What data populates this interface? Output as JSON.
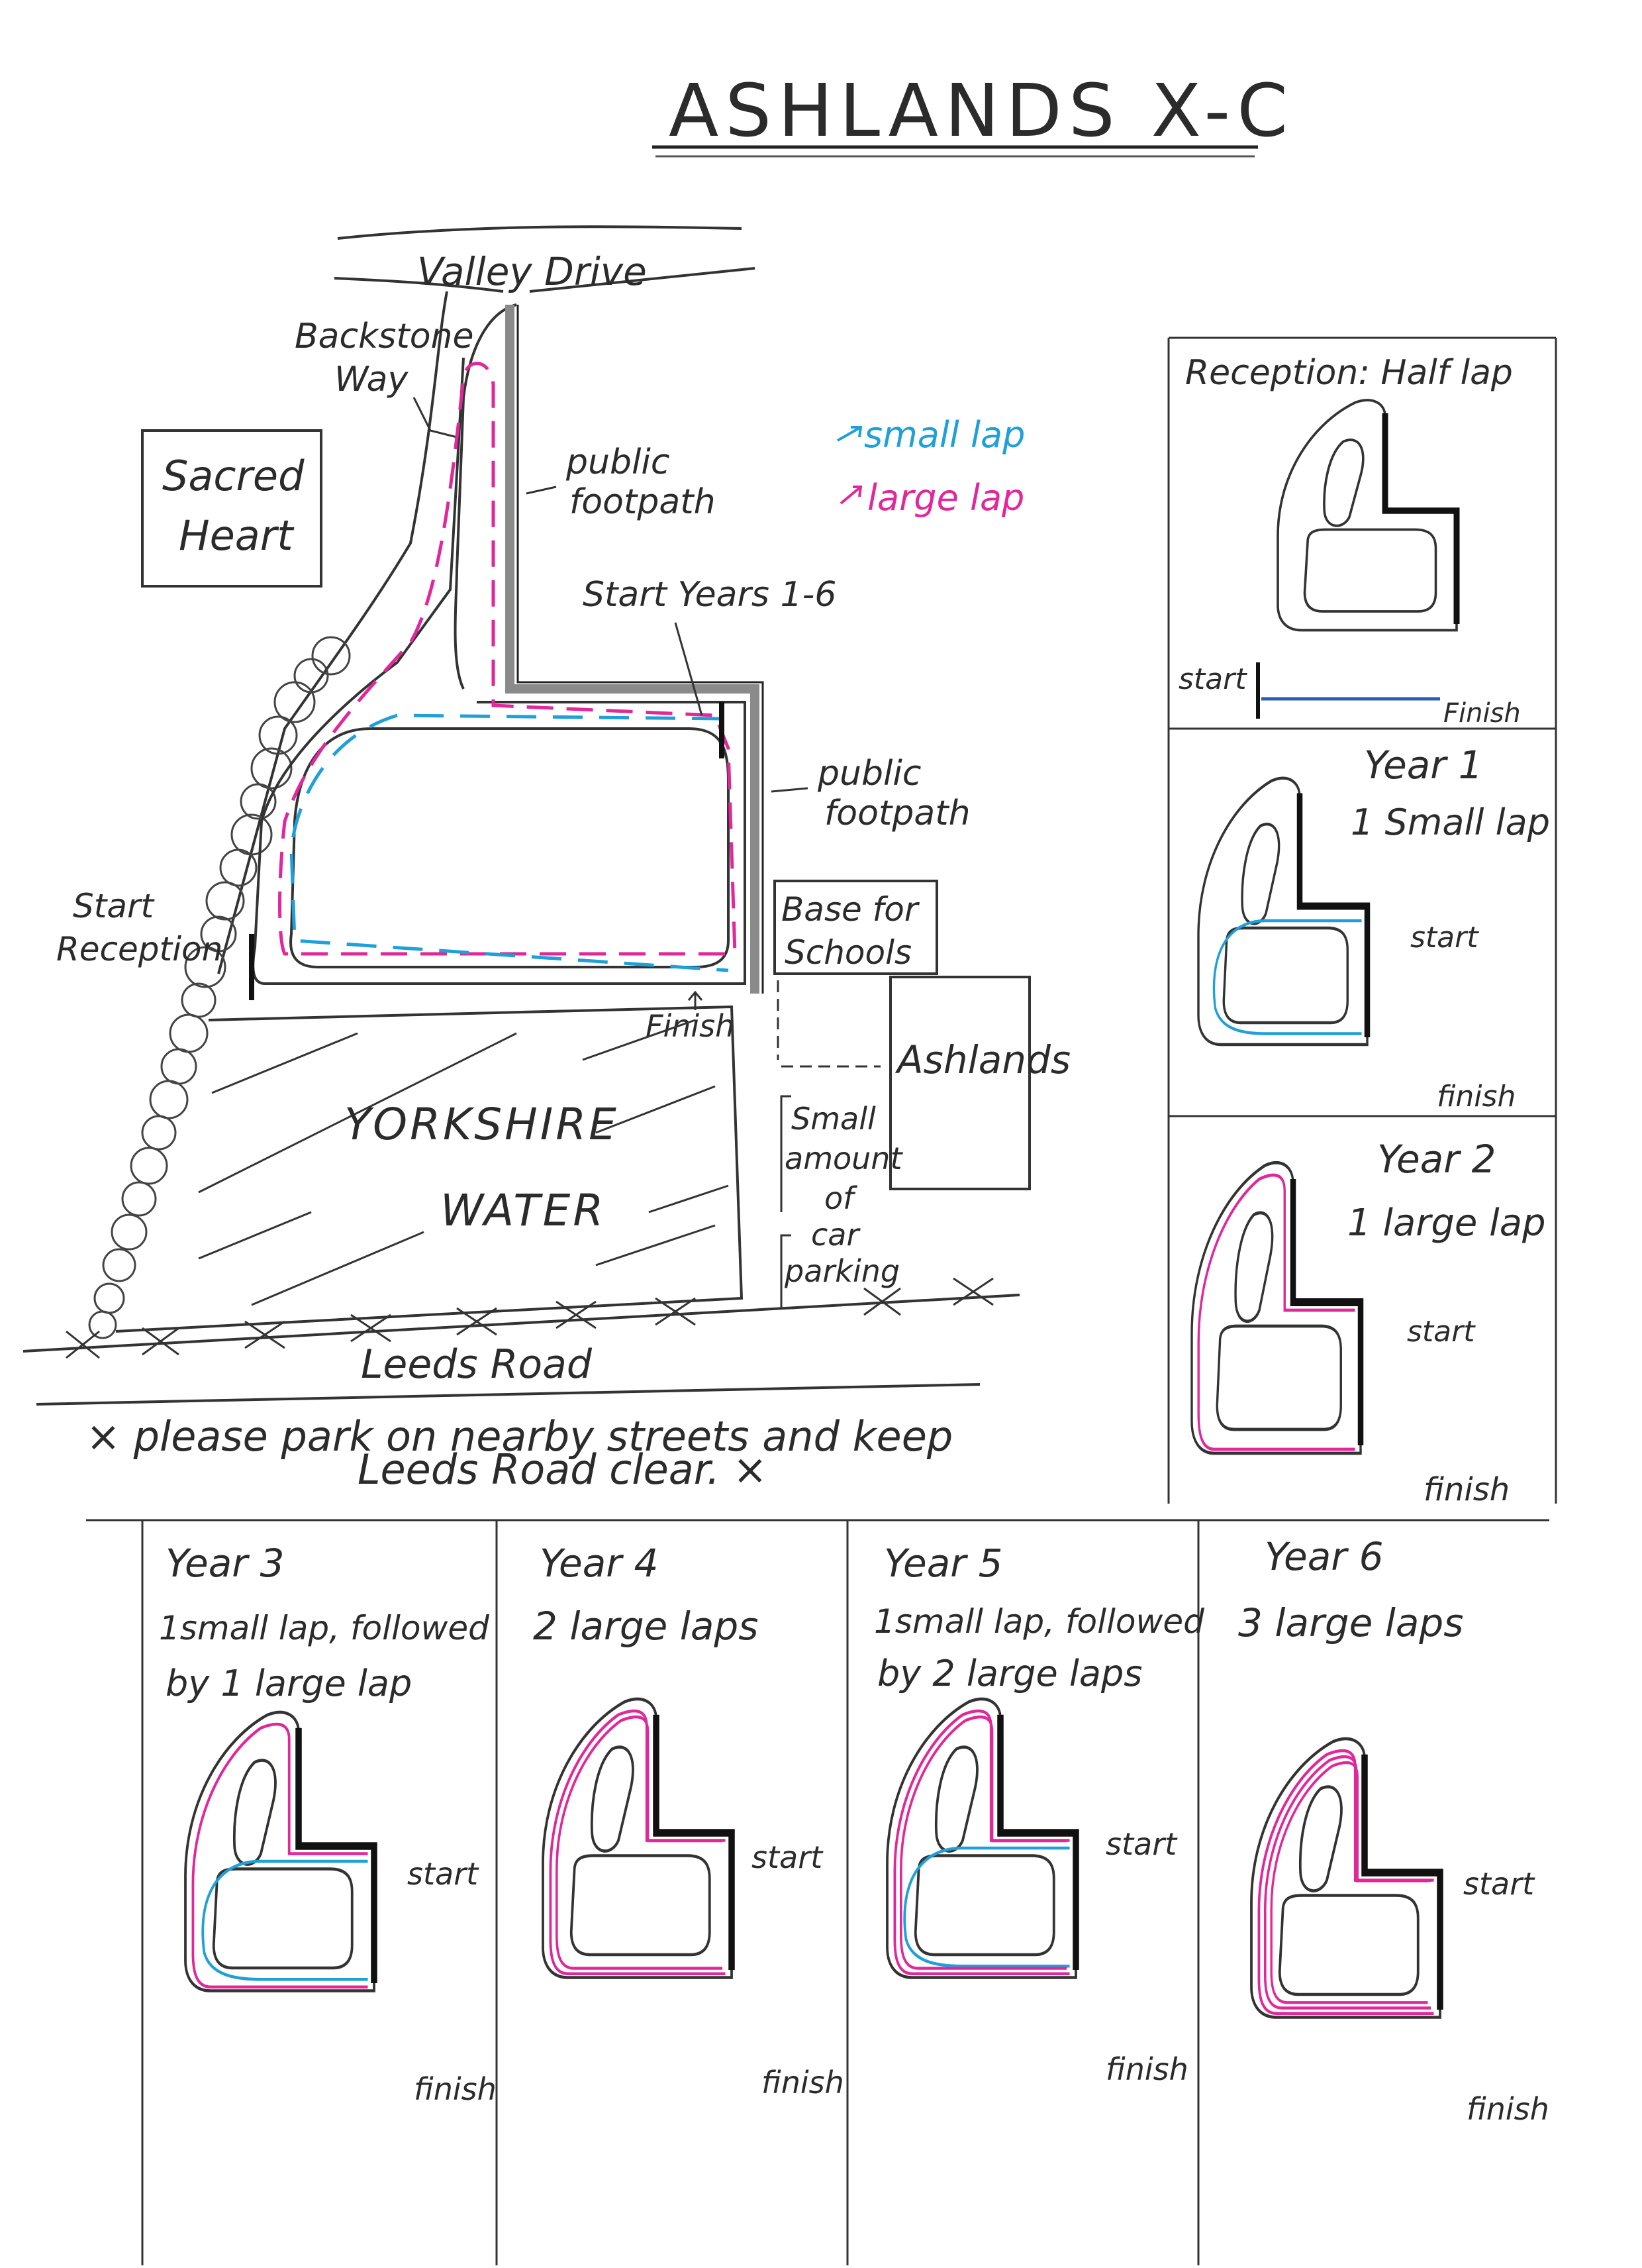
{
  "title": "ASHLANDS X-C",
  "colors": {
    "ink": "#2b2b2b",
    "small_lap": "#1fa0d8",
    "large_lap": "#e0289a",
    "reception_lap": "#2a5bb8",
    "fence": "#8a8a8a"
  },
  "main_map": {
    "roads": {
      "valley_drive": "Valley Drive",
      "leeds_road": "Leeds Road",
      "backstone_way": [
        "Backstone",
        "Way"
      ]
    },
    "public_footpath": [
      "public",
      "footpath"
    ],
    "sacred_heart": [
      "Sacred",
      "Heart"
    ],
    "start_years": "Start Years 1-6",
    "start_reception": [
      "Start",
      "Reception"
    ],
    "finish": "Finish",
    "base_for_schools": [
      "Base for",
      "Schools"
    ],
    "ashlands": "Ashlands",
    "yorkshire_water": [
      "YORKSHIRE",
      "WATER"
    ],
    "car_parking": [
      "Small",
      "amount",
      "of",
      "car",
      "parking"
    ]
  },
  "legend": {
    "small_lap": "small lap",
    "large_lap": "large lap"
  },
  "parking_note": [
    "× please park on nearby streets and keep",
    "Leeds Road clear. ×"
  ],
  "panels": {
    "reception": {
      "title": "Reception: Half lap",
      "start": "start",
      "finish": "Finish"
    },
    "year1": {
      "lines": [
        "Year 1",
        "1 Small lap"
      ],
      "start": "start",
      "finish": "finish"
    },
    "year2": {
      "lines": [
        "Year 2",
        "1 large lap"
      ],
      "start": "start",
      "finish": "finish"
    },
    "year3": {
      "lines": [
        "Year 3",
        "1small lap, followed",
        "by 1 large lap"
      ],
      "start": "start",
      "finish": "finish"
    },
    "year4": {
      "lines": [
        "Year 4",
        "2 large laps"
      ],
      "start": "start",
      "finish": "finish"
    },
    "year5": {
      "lines": [
        "Year 5",
        "1small lap, followed",
        "by 2 large laps"
      ],
      "start": "start",
      "finish": "finish"
    },
    "year6": {
      "lines": [
        "Year 6",
        "3 large laps"
      ],
      "start": "start",
      "finish": "finish"
    }
  }
}
